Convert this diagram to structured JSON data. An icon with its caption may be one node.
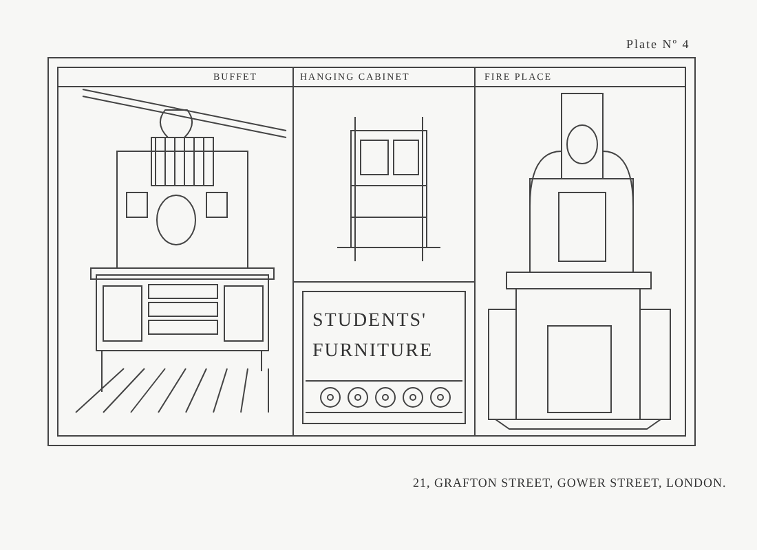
{
  "diagram": {
    "labels": [
      "Plate Nº 4",
      "BUFFET",
      "HANGING CABINET",
      "FIRE PLACE",
      "STUDENTS' FURNITURE",
      "21, GRAFTON STREET, GOWER STREET, LONDON."
    ]
  }
}
